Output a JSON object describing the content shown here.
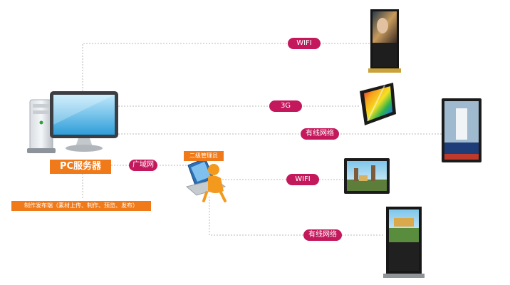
{
  "server": {
    "label": "PC服务器"
  },
  "publisher": {
    "label": "制作发布端（素材上传、制作、预览、发布）"
  },
  "admin": {
    "label": "二级管理员"
  },
  "links": {
    "wan": "广域网",
    "wifi_top": "WIFI",
    "g3": "3G",
    "wired_top": "有线网络",
    "wifi_bottom": "WIFI",
    "wired_bottom": "有线网络"
  },
  "colors": {
    "pill": "#c4185c",
    "tag": "#f07a1a",
    "line": "#b8b8b8"
  }
}
